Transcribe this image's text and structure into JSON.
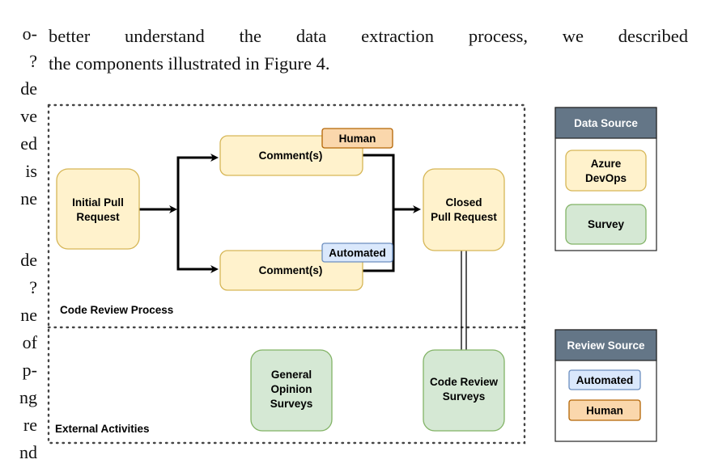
{
  "left_column_fragments": [
    "o-",
    "?",
    "de",
    "ve",
    "ed",
    "is",
    "ne",
    "de",
    "?",
    "ne",
    "of",
    "p-",
    "ng",
    "re",
    "nd"
  ],
  "intro_text": {
    "line1": "better understand the data extraction process, we described",
    "line2": "the components illustrated in Figure 4."
  },
  "diagram": {
    "nodes": {
      "initial_pr": [
        "Initial Pull",
        "Request"
      ],
      "comment_human": "Comment(s)",
      "comment_automated": "Comment(s)",
      "closed_pr": [
        "Closed",
        "Pull Request"
      ],
      "general_surveys": [
        "General",
        "Opinion",
        "Surveys"
      ],
      "code_review_surveys": [
        "Code Review",
        "Surveys"
      ]
    },
    "tags": {
      "human": "Human",
      "automated": "Automated"
    },
    "regions": {
      "code_review_process": "Code Review Process",
      "external_activities": "External Activities"
    },
    "legend_data_source": {
      "title": "Data Source",
      "items": [
        [
          "Azure",
          "DevOps"
        ],
        [
          "Survey"
        ]
      ]
    },
    "legend_review_source": {
      "title": "Review Source",
      "items": [
        "Automated",
        "Human"
      ]
    }
  },
  "colors": {
    "yellow_fill": "#fff2cc",
    "yellow_stroke": "#d6b656",
    "green_fill": "#d5e8d4",
    "green_stroke": "#82b366",
    "orange_fill": "#fad7ac",
    "orange_stroke": "#b46504",
    "blue_fill": "#dae8fc",
    "blue_stroke": "#6c8ebf",
    "legend_header": "#647687"
  }
}
